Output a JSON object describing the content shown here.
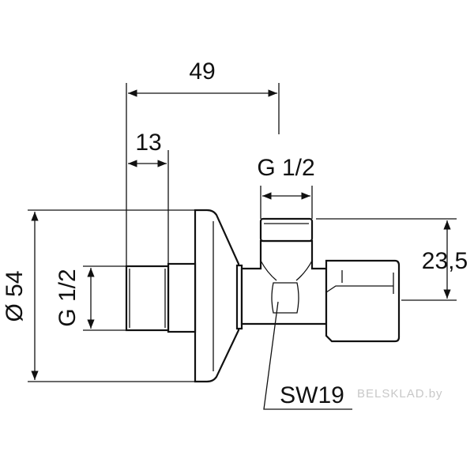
{
  "drawing": {
    "dimensions": {
      "overall_length": "49",
      "nipple_length": "13",
      "diameter_flange": "Ø 54",
      "inlet_thread": "G 1/2",
      "outlet_thread": "G 1/2",
      "outlet_height": "23,5",
      "wrench_size": "SW19"
    },
    "watermark": "BELSKLAD.by"
  }
}
